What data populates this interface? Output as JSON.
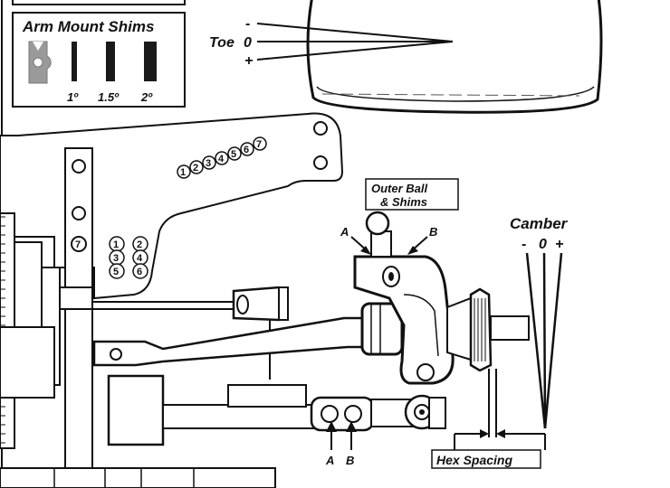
{
  "arm_mount_shims": {
    "title": "Arm Mount Shims",
    "sizes": [
      "1º",
      "1.5º",
      "2º"
    ]
  },
  "toe": {
    "label": "Toe",
    "settings": [
      "-",
      "0",
      "+"
    ]
  },
  "camber": {
    "label": "Camber",
    "settings": [
      "-",
      "0",
      "+"
    ]
  },
  "outer_ball": {
    "line1": "Outer Ball",
    "line2": "& Shims",
    "position_a": "A",
    "position_b": "B"
  },
  "inner_mount": {
    "position_a": "A",
    "position_b": "B"
  },
  "hex_spacing": {
    "label": "Hex Spacing"
  },
  "tower_holes": [
    "1",
    "2",
    "3",
    "4",
    "5",
    "6",
    "7"
  ],
  "bulkhead_holes": [
    "1",
    "2",
    "3",
    "4",
    "5",
    "6"
  ],
  "bulkhead_single_hole": "7",
  "colors": {
    "line": "#111111",
    "fill": "#ffffff",
    "shim": "#1a1a1a",
    "shim_tool": "#9a9a9a",
    "light_shade": "#e6e6e6"
  }
}
